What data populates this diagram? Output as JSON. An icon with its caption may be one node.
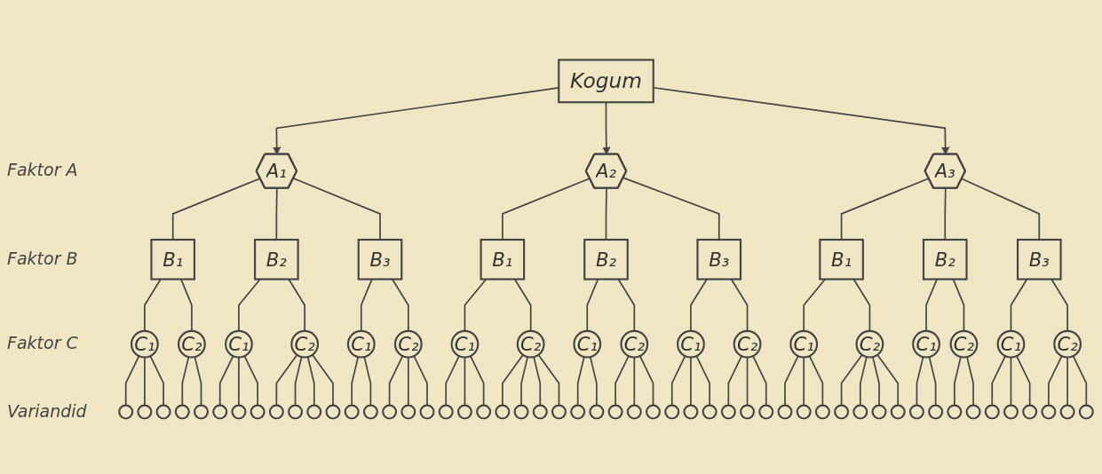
{
  "diagram": {
    "nodes": [
      {
        "text": [
          "Kogum"
        ]
      },
      {
        "text": [
          "A₁"
        ]
      },
      {
        "text": [
          "A₂"
        ]
      },
      {
        "text": [
          "A₃"
        ]
      },
      {
        "text": [
          "B₁"
        ]
      },
      {
        "text": [
          "B₂"
        ]
      },
      {
        "text": [
          "B₃"
        ]
      },
      {
        "text": [
          "B₁"
        ]
      },
      {
        "text": [
          "B₂"
        ]
      },
      {
        "text": [
          "B₃"
        ]
      },
      {
        "text": [
          "B₁"
        ]
      },
      {
        "text": [
          "B₂"
        ]
      },
      {
        "text": [
          "B₃"
        ]
      },
      {
        "text": [
          "C₁"
        ]
      },
      {
        "text": [
          "C₂"
        ]
      },
      {
        "text": [
          "C₁"
        ]
      },
      {
        "text": [
          "C₂"
        ]
      },
      {
        "text": [
          "C₁"
        ]
      },
      {
        "text": [
          "C₂"
        ]
      },
      {
        "text": [
          "C₁"
        ]
      },
      {
        "text": [
          "C₂"
        ]
      },
      {
        "text": [
          "C₁"
        ]
      },
      {
        "text": [
          "C₂"
        ]
      },
      {
        "text": [
          "C₁"
        ]
      },
      {
        "text": [
          "C₂"
        ]
      },
      {
        "text": [
          "C₁"
        ]
      },
      {
        "text": [
          "C₂"
        ]
      },
      {
        "text": [
          "C₁"
        ]
      },
      {
        "text": [
          "C₂"
        ]
      },
      {
        "text": [
          "C₁"
        ]
      },
      {
        "text": [
          "C₂"
        ]
      },
      {
        "text": [],
        "shape": "circle"
      },
      {
        "text": [],
        "shape": "circle"
      },
      {
        "text": [],
        "shape": "circle"
      },
      {
        "text": [],
        "shape": "circle"
      },
      {
        "text": [],
        "shape": "circle"
      },
      {
        "text": [],
        "shape": "circle"
      },
      {
        "text": [],
        "shape": "circle"
      },
      {
        "text": [],
        "shape": "circle"
      },
      {
        "text": [],
        "shape": "circle"
      },
      {
        "text": [],
        "shape": "circle"
      },
      {
        "text": [],
        "shape": "circle"
      },
      {
        "text": [],
        "shape": "circle"
      },
      {
        "text": [],
        "shape": "circle"
      },
      {
        "text": [],
        "shape": "circle"
      },
      {
        "text": [],
        "shape": "circle"
      },
      {
        "text": [],
        "shape": "circle"
      },
      {
        "text": [],
        "shape": "circle"
      },
      {
        "text": [],
        "shape": "circle"
      },
      {
        "text": [],
        "shape": "circle"
      },
      {
        "text": [],
        "shape": "circle"
      },
      {
        "text": [],
        "shape": "circle"
      },
      {
        "text": [],
        "shape": "circle"
      },
      {
        "text": [],
        "shape": "circle"
      },
      {
        "text": [],
        "shape": "circle"
      },
      {
        "text": [],
        "shape": "circle"
      },
      {
        "text": [],
        "shape": "circle"
      },
      {
        "text": [],
        "shape": "circle"
      },
      {
        "text": [],
        "shape": "circle"
      },
      {
        "text": [],
        "shape": "circle"
      },
      {
        "text": [],
        "shape": "circle"
      },
      {
        "text": [],
        "shape": "circle"
      },
      {
        "text": [],
        "shape": "circle"
      },
      {
        "text": [],
        "shape": "circle"
      },
      {
        "text": [],
        "shape": "circle"
      },
      {
        "text": [],
        "shape": "circle"
      },
      {
        "text": [],
        "shape": "circle"
      },
      {
        "text": [],
        "shape": "circle"
      },
      {
        "text": [],
        "shape": "circle"
      },
      {
        "text": [],
        "shape": "circle"
      },
      {
        "text": [],
        "shape": "circle"
      },
      {
        "text": [],
        "shape": "circle"
      },
      {
        "text": [],
        "shape": "circle"
      },
      {
        "text": [],
        "shape": "circle"
      },
      {
        "text": [],
        "shape": "circle"
      },
      {
        "text": [],
        "shape": "circle"
      },
      {
        "text": [],
        "shape": "circle"
      },
      {
        "text": [],
        "shape": "circle"
      },
      {
        "text": [],
        "shape": "circle"
      },
      {
        "text": [],
        "shape": "circle"
      },
      {
        "text": [],
        "shape": "circle"
      },
      {
        "text": [],
        "shape": "circle"
      },
      {
        "text": [],
        "shape": "circle"
      }
    ],
    "edges": [
      {
        "from": 0,
        "to": 1,
        "arrow": "to"
      },
      {
        "from": 0,
        "to": 2,
        "arrow": "to"
      },
      {
        "from": 0,
        "to": 3,
        "arrow": "to"
      },
      {
        "from": 1,
        "to": 4,
        "arrow": "none"
      },
      {
        "from": 1,
        "to": 5,
        "arrow": "none"
      },
      {
        "from": 1,
        "to": 6,
        "arrow": "none"
      },
      {
        "from": 2,
        "to": 7,
        "arrow": "none"
      },
      {
        "from": 2,
        "to": 8,
        "arrow": "none"
      },
      {
        "from": 2,
        "to": 9,
        "arrow": "none"
      },
      {
        "from": 3,
        "to": 10,
        "arrow": "none"
      },
      {
        "from": 3,
        "to": 11,
        "arrow": "none"
      },
      {
        "from": 3,
        "to": 12,
        "arrow": "none"
      },
      {
        "from": 4,
        "to": 13,
        "arrow": "none"
      },
      {
        "from": 4,
        "to": 14,
        "arrow": "none"
      },
      {
        "from": 5,
        "to": 15,
        "arrow": "none"
      },
      {
        "from": 5,
        "to": 16,
        "arrow": "none"
      },
      {
        "from": 6,
        "to": 17,
        "arrow": "none"
      },
      {
        "from": 6,
        "to": 18,
        "arrow": "none"
      },
      {
        "from": 7,
        "to": 19,
        "arrow": "none"
      },
      {
        "from": 7,
        "to": 20,
        "arrow": "none"
      },
      {
        "from": 8,
        "to": 21,
        "arrow": "none"
      },
      {
        "from": 8,
        "to": 22,
        "arrow": "none"
      },
      {
        "from": 9,
        "to": 23,
        "arrow": "none"
      },
      {
        "from": 9,
        "to": 24,
        "arrow": "none"
      },
      {
        "from": 10,
        "to": 25,
        "arrow": "none"
      },
      {
        "from": 10,
        "to": 26,
        "arrow": "none"
      },
      {
        "from": 11,
        "to": 27,
        "arrow": "none"
      },
      {
        "from": 11,
        "to": 28,
        "arrow": "none"
      },
      {
        "from": 12,
        "to": 29,
        "arrow": "none"
      },
      {
        "from": 12,
        "to": 30,
        "arrow": "none"
      },
      {
        "from": 13,
        "to": 31,
        "arrow": "none"
      },
      {
        "from": 13,
        "to": 32,
        "arrow": "none"
      },
      {
        "from": 13,
        "to": 33,
        "arrow": "none"
      },
      {
        "from": 14,
        "to": 34,
        "arrow": "none"
      },
      {
        "from": 14,
        "to": 35,
        "arrow": "none"
      },
      {
        "from": 15,
        "to": 36,
        "arrow": "none"
      },
      {
        "from": 15,
        "to": 37,
        "arrow": "none"
      },
      {
        "from": 15,
        "to": 38,
        "arrow": "none"
      },
      {
        "from": 16,
        "to": 39,
        "arrow": "none"
      },
      {
        "from": 16,
        "to": 40,
        "arrow": "none"
      },
      {
        "from": 16,
        "to": 41,
        "arrow": "none"
      },
      {
        "from": 16,
        "to": 42,
        "arrow": "none"
      },
      {
        "from": 17,
        "to": 43,
        "arrow": "none"
      },
      {
        "from": 17,
        "to": 44,
        "arrow": "none"
      },
      {
        "from": 18,
        "to": 45,
        "arrow": "none"
      },
      {
        "from": 18,
        "to": 46,
        "arrow": "none"
      },
      {
        "from": 18,
        "to": 47,
        "arrow": "none"
      },
      {
        "from": 19,
        "to": 48,
        "arrow": "none"
      },
      {
        "from": 19,
        "to": 49,
        "arrow": "none"
      },
      {
        "from": 19,
        "to": 50,
        "arrow": "none"
      },
      {
        "from": 20,
        "to": 51,
        "arrow": "none"
      },
      {
        "from": 20,
        "to": 52,
        "arrow": "none"
      },
      {
        "from": 20,
        "to": 53,
        "arrow": "none"
      },
      {
        "from": 20,
        "to": 54,
        "arrow": "none"
      },
      {
        "from": 21,
        "to": 55,
        "arrow": "none"
      },
      {
        "from": 21,
        "to": 56,
        "arrow": "none"
      },
      {
        "from": 22,
        "to": 57,
        "arrow": "none"
      },
      {
        "from": 22,
        "to": 58,
        "arrow": "none"
      },
      {
        "from": 22,
        "to": 59,
        "arrow": "none"
      },
      {
        "from": 23,
        "to": 60,
        "arrow": "none"
      },
      {
        "from": 23,
        "to": 61,
        "arrow": "none"
      },
      {
        "from": 23,
        "to": 62,
        "arrow": "none"
      },
      {
        "from": 24,
        "to": 63,
        "arrow": "none"
      },
      {
        "from": 24,
        "to": 64,
        "arrow": "none"
      },
      {
        "from": 24,
        "to": 65,
        "arrow": "none"
      },
      {
        "from": 25,
        "to": 66,
        "arrow": "none"
      },
      {
        "from": 25,
        "to": 67,
        "arrow": "none"
      },
      {
        "from": 25,
        "to": 68,
        "arrow": "none"
      },
      {
        "from": 26,
        "to": 69,
        "arrow": "none"
      },
      {
        "from": 26,
        "to": 70,
        "arrow": "none"
      },
      {
        "from": 26,
        "to": 71,
        "arrow": "none"
      },
      {
        "from": 26,
        "to": 72,
        "arrow": "none"
      },
      {
        "from": 27,
        "to": 73,
        "arrow": "none"
      },
      {
        "from": 27,
        "to": 74,
        "arrow": "none"
      },
      {
        "from": 28,
        "to": 75,
        "arrow": "none"
      },
      {
        "from": 28,
        "to": 76,
        "arrow": "none"
      },
      {
        "from": 29,
        "to": 77,
        "arrow": "none"
      },
      {
        "from": 29,
        "to": 78,
        "arrow": "none"
      },
      {
        "from": 29,
        "to": 79,
        "arrow": "none"
      },
      {
        "from": 30,
        "to": 80,
        "arrow": "none"
      },
      {
        "from": 30,
        "to": 81,
        "arrow": "none"
      },
      {
        "from": 30,
        "to": 82,
        "arrow": "none"
      }
    ],
    "labels": [
      "Faktor A",
      "Faktor B",
      "Faktor C",
      "Variandid"
    ]
  }
}
